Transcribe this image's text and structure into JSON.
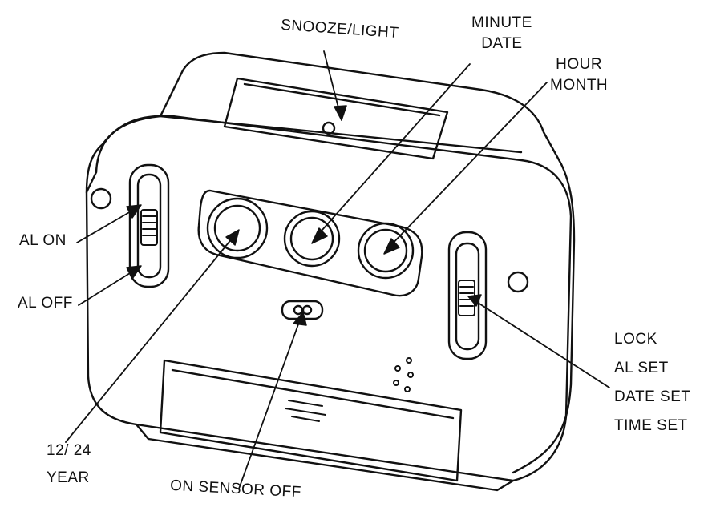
{
  "labels": {
    "snooze_light": "SNOOZE/LIGHT",
    "minute": "MINUTE",
    "date": "DATE",
    "hour": "HOUR",
    "month": "MONTH",
    "al_on": "AL ON",
    "al_off": "AL OFF",
    "lock": "LOCK",
    "al_set": "AL SET",
    "date_set": "DATE SET",
    "time_set": "TIME SET",
    "h12_24": "12/ 24",
    "year": "YEAR",
    "on_sensor_off": "ON SENSOR OFF"
  },
  "colors": {
    "line": "#111111",
    "background": "#ffffff"
  }
}
